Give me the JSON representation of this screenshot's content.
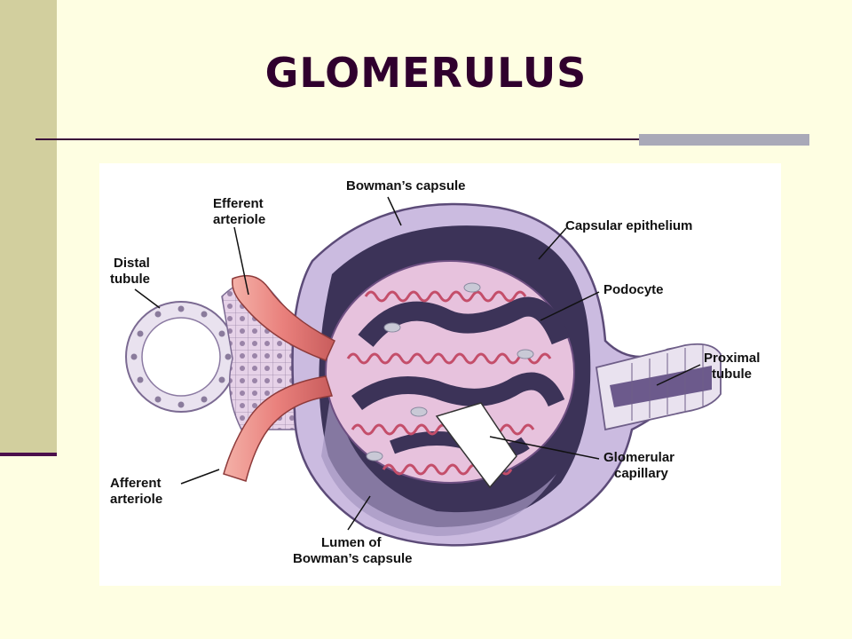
{
  "title": "GLOMERULUS",
  "labels": {
    "bowmans_capsule": "Bowman’s capsule",
    "capsular_epithelium": "Capsular epithelium",
    "efferent_arteriole_1": "Efferent",
    "efferent_arteriole_2": "arteriole",
    "distal_tubule_1": "Distal",
    "distal_tubule_2": "tubule",
    "podocyte": "Podocyte",
    "proximal_tubule_1": "Proximal",
    "proximal_tubule_2": "tubule",
    "glomerular_capillary_1": "Glomerular",
    "glomerular_capillary_2": "capillary",
    "afferent_arteriole_1": "Afferent",
    "afferent_arteriole_2": "arteriole",
    "lumen_1": "Lumen of",
    "lumen_2": "Bowman’s capsule"
  },
  "colors": {
    "background": "#fefee2",
    "sidebar": "#d2cf9e",
    "title": "#30002e",
    "capsule": "#cbbbe0",
    "lumen": "#3c3358",
    "arteriole": "#e98a86",
    "podocyte": "#f0c8e0"
  }
}
